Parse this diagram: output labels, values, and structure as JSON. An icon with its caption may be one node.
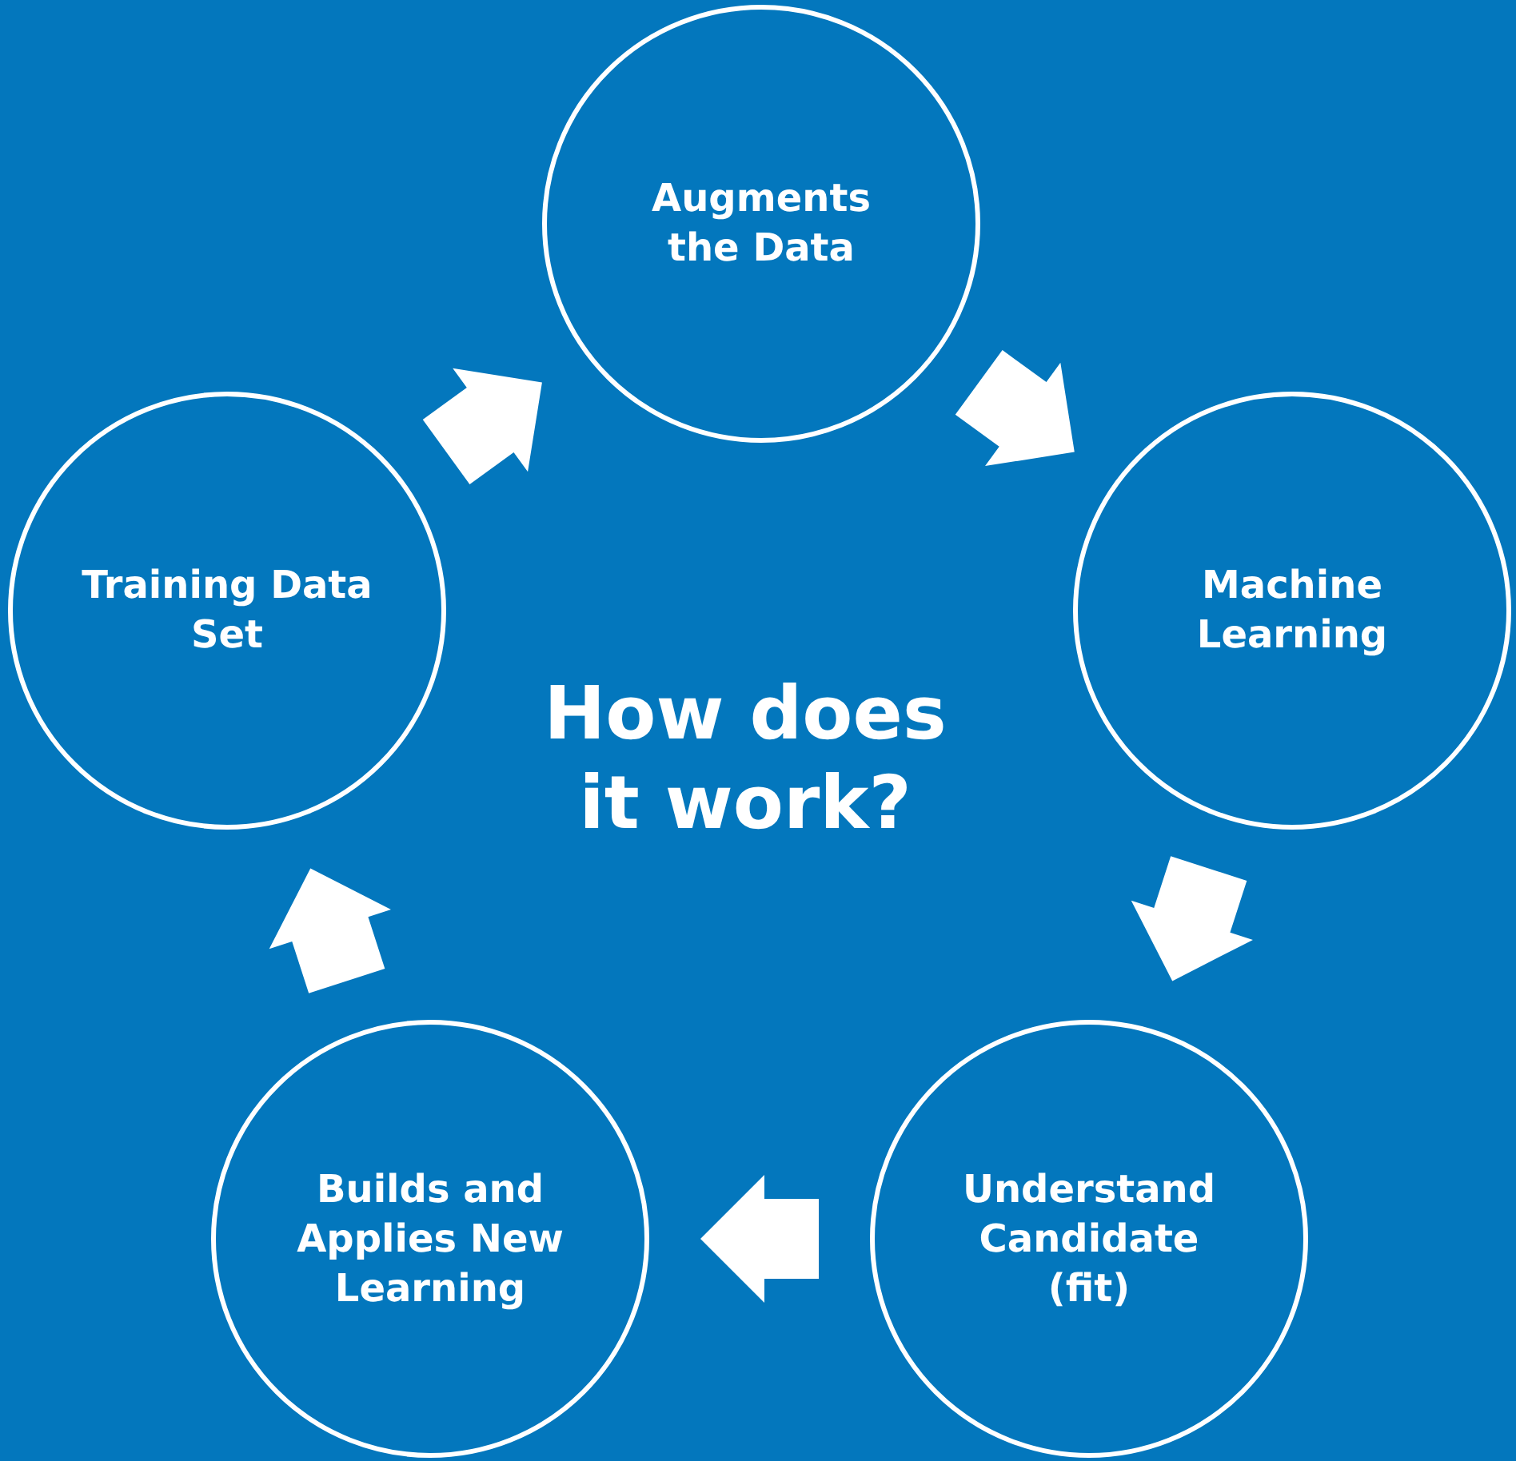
{
  "diagram": {
    "title": "How does it work?",
    "nodes": [
      {
        "text": [
          "Augments the Data"
        ]
      },
      {
        "text": [
          "Machine Learning"
        ]
      },
      {
        "text": [
          "Understand Candidate (fit)"
        ]
      },
      {
        "text": [
          "Builds and Applies New Learning"
        ]
      },
      {
        "text": [
          "Training Data Set"
        ]
      }
    ],
    "edges": [
      {
        "from": 0,
        "to": 1,
        "arrow": "to"
      },
      {
        "from": 1,
        "to": 2,
        "arrow": "to"
      },
      {
        "from": 2,
        "to": 3,
        "arrow": "to"
      },
      {
        "from": 3,
        "to": 4,
        "arrow": "to"
      },
      {
        "from": 4,
        "to": 0,
        "arrow": "to"
      }
    ]
  }
}
